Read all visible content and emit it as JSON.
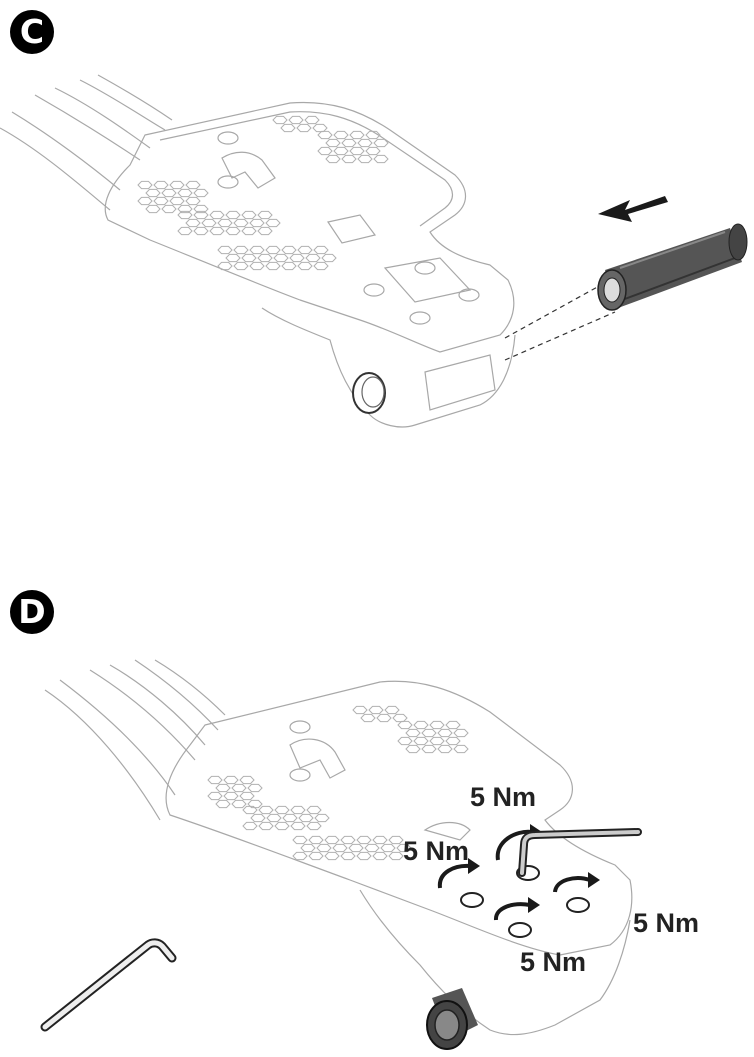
{
  "steps": {
    "c": {
      "label": "C"
    },
    "d": {
      "label": "D"
    }
  },
  "torque": {
    "top": "5 Nm",
    "left": "5 Nm",
    "right": "5 Nm",
    "bottom": "5 Nm"
  },
  "colors": {
    "line": "#a8a8a8",
    "ink": "#1a1a1a",
    "knob": "#555555"
  },
  "icons": [
    "arrow-left-icon",
    "hex-key-icon",
    "rotation-arrow-icon",
    "knob-icon"
  ]
}
